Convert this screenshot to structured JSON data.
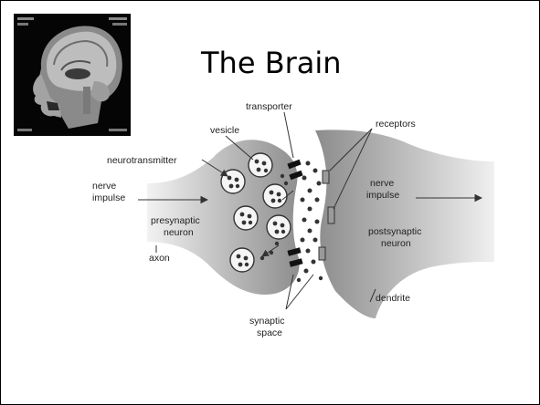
{
  "slide": {
    "title": "The Brain"
  },
  "image": {
    "icon": "mri-head-scan"
  },
  "diagram": {
    "labels": {
      "transporter": "transporter",
      "vesicle": "vesicle",
      "receptors": "receptors",
      "neurotransmitter": "neurotransmitter",
      "nerve_impulse_left_1": "nerve",
      "nerve_impulse_left_2": "impulse",
      "presynaptic_1": "presynaptic",
      "presynaptic_2": "neuron",
      "axon": "axon",
      "nerve_impulse_right_1": "nerve",
      "nerve_impulse_right_2": "impulse",
      "postsynaptic_1": "postsynaptic",
      "postsynaptic_2": "neuron",
      "dendrite": "dendrite",
      "synaptic_1": "synaptic",
      "synaptic_2": "space"
    }
  }
}
